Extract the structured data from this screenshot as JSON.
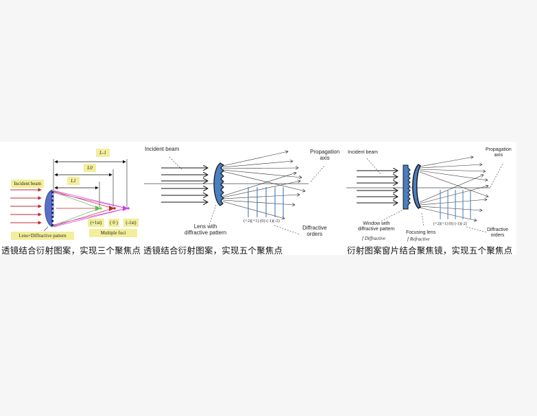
{
  "panels": [
    {
      "caption": "透镜结合衍射图案，实现三个聚焦点",
      "labels": {
        "incident_beam": "Incident beam",
        "lens": "Lens+Diffractive pattern",
        "l_minus1": "L-1",
        "l0": "L0",
        "l1": "L1",
        "order_plus1": "(+1st)",
        "order_0": "( 0 )",
        "order_minus1": "(-1st)",
        "multiple_foci": "Multiple foci"
      }
    },
    {
      "caption": "透镜结合衍射图案，实现五个聚焦点",
      "labels": {
        "incident_beam": "Incident beam",
        "propagation_axis": "Propagation\naxis",
        "lens": "Lens with\ndiffractive pattern",
        "orders": "(+2)(+1)  (0)  (-1)(-2)",
        "diffractive_orders": "Diffractive\norders"
      }
    },
    {
      "caption": "衍射图案窗片结合聚焦镜，实现五个聚焦点",
      "labels": {
        "incident_beam": "Incident beam",
        "propagation_axis": "Propagation\naxis",
        "window": "Window with\ndiffractive pattern",
        "f_diffractive": "f Diffractive",
        "focusing_lens": "Focusing lens",
        "f_refractive": "f Refractive",
        "orders": "(+2)(+1)  (0) (-1)(-2)",
        "diffractive_orders": "Diffractive\norders"
      }
    }
  ],
  "colors": {
    "lens_blue": "#4a7fc1",
    "order_line_blue": "#4f81bd",
    "label_yellow": "#f2ee9a",
    "arrow_red": "#c0282d",
    "arrow_green": "#5cb85c",
    "arrow_magenta": "#d63fd6"
  }
}
